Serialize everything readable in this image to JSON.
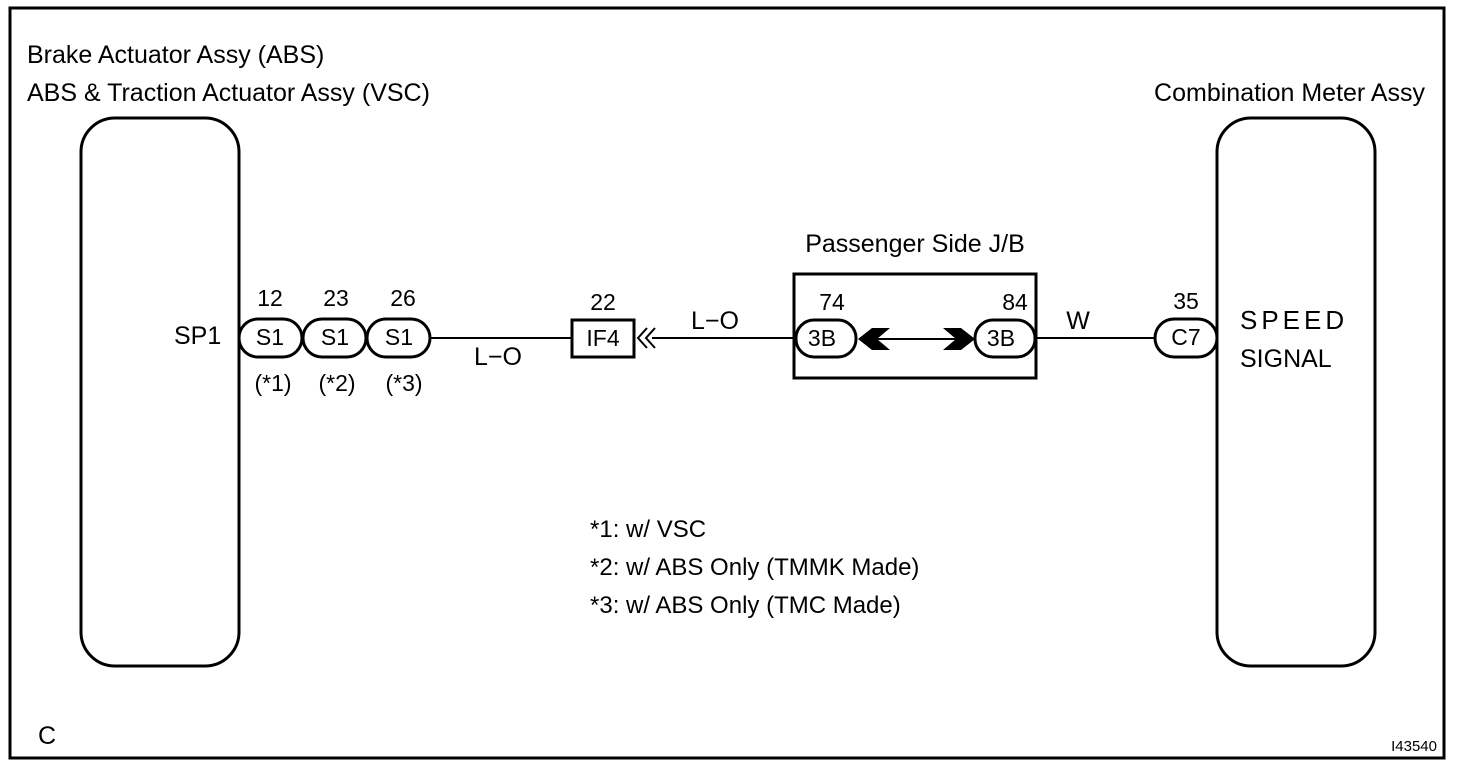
{
  "left_component": {
    "title_line1": "Brake Actuator Assy (ABS)",
    "title_line2": "ABS & Traction Actuator Assy (VSC)",
    "terminal": "SP1",
    "connectors": [
      {
        "pin": "12",
        "code": "S1",
        "note": "(*1)"
      },
      {
        "pin": "23",
        "code": "S1",
        "note": "(*2)"
      },
      {
        "pin": "26",
        "code": "S1",
        "note": "(*3)"
      }
    ]
  },
  "wire_left": "L−O",
  "wire_mid": "L−O",
  "wire_right": "W",
  "inline_connector": {
    "pin": "22",
    "code": "IF4"
  },
  "junction_block": {
    "title": "Passenger Side J/B",
    "left_pin": "74",
    "left_code": "3B",
    "right_pin": "84",
    "right_code": "3B"
  },
  "right_component": {
    "title": "Combination Meter Assy",
    "connector_pin": "35",
    "connector_code": "C7",
    "signal_line1": "SPEED",
    "signal_line2": "SIGNAL"
  },
  "notes": [
    "*1: w/ VSC",
    "*2: w/ ABS Only (TMMK Made)",
    "*3: w/ ABS Only (TMC Made)"
  ],
  "corner_label": "C",
  "figure_id": "I43540"
}
